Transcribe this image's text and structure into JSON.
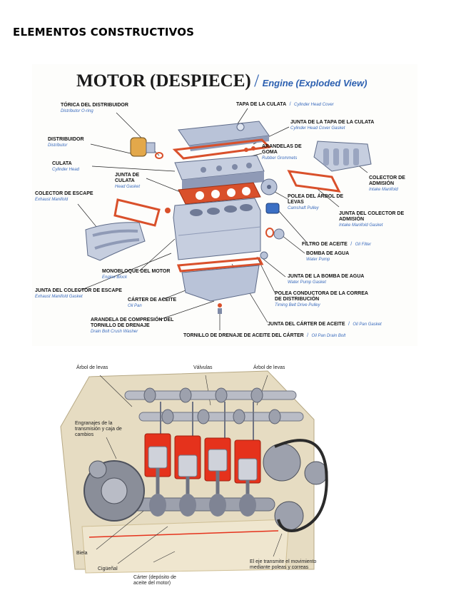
{
  "page": {
    "heading": "ELEMENTOS CONSTRUCTIVOS"
  },
  "exploded_view": {
    "title_es": "MOTOR (DESPIECE)",
    "title_separator": "/",
    "title_en": "Engine (Exploded View)",
    "labels": {
      "distributor_oring": {
        "es": "TÓRICA DEL DISTRIBUIDOR",
        "en": "Distributor O-ring"
      },
      "cylinder_head_cover": {
        "es": "TAPA DE LA CULATA",
        "en": "Cylinder Head Cover"
      },
      "head_cover_gasket": {
        "es": "JUNTA DE LA TAPA DE LA CULATA",
        "en": "Cylinder Head Cover Gasket"
      },
      "distributor": {
        "es": "DISTRIBUIDOR",
        "en": "Distributor"
      },
      "rubber_grommets": {
        "es": "ARANDELAS DE GOMA",
        "en": "Rubber Grommets"
      },
      "cylinder_head": {
        "es": "CULATA",
        "en": "Cylinder Head"
      },
      "head_gasket": {
        "es": "JUNTA DE CULATA",
        "en": "Head Gasket"
      },
      "intake_manifold": {
        "es": "COLECTOR DE ADMISIÓN",
        "en": "Intake Manifold"
      },
      "exhaust_manifold": {
        "es": "COLECTOR DE ESCAPE",
        "en": "Exhaust Manifold"
      },
      "camshaft_pulley": {
        "es": "POLEA DEL ÁRBOL DE LEVAS",
        "en": "Camshaft Pulley"
      },
      "intake_manifold_gasket": {
        "es": "JUNTA DEL COLECTOR DE ADMISIÓN",
        "en": "Intake Manifold Gasket"
      },
      "oil_filter": {
        "es": "FILTRO DE ACEITE",
        "en": "Oil Filter"
      },
      "water_pump": {
        "es": "BOMBA DE AGUA",
        "en": "Water Pump"
      },
      "engine_block": {
        "es": "MONOBLOQUE DEL MOTOR",
        "en": "Engine Block"
      },
      "water_pump_gasket": {
        "es": "JUNTA DE LA BOMBA DE AGUA",
        "en": "Water Pump Gasket"
      },
      "exhaust_manifold_gasket": {
        "es": "JUNTA DEL COLECTOR DE ESCAPE",
        "en": "Exhaust Manifold Gasket"
      },
      "oil_pan": {
        "es": "CÁRTER DE ACEITE",
        "en": "Oil Pan"
      },
      "timing_belt_pulley": {
        "es": "POLEA CONDUCTORA DE LA CORREA DE DISTRIBUCIÓN",
        "en": "Timing Belt Drive Pulley"
      },
      "drain_bolt_washer": {
        "es": "ARANDELA DE COMPRESIÓN DEL TORNILLO DE DRENAJE",
        "en": "Drain Bolt Crush Washer"
      },
      "oil_pan_gasket": {
        "es": "JUNTA DEL CÁRTER DE ACEITE",
        "en": "Oil Pan Gasket"
      },
      "oil_pan_drain_bolt": {
        "es": "TORNILLO DE DRENAJE DE ACEITE DEL CÁRTER",
        "en": "Oil Pan Drain Bolt"
      }
    }
  },
  "cutaway": {
    "labels": {
      "camshaft_left": "Árbol de levas",
      "valves": "Válvulas",
      "camshaft_right": "Árbol de levas",
      "gears": "Engranajes de la transmisión y caja de cambios",
      "connecting_rod": "Biela",
      "crankshaft": "Cigüeñal",
      "crankcase": "Cárter (depósito de aceite del motor)",
      "shaft_transmits": "El eje transmite el movimiento mediante poleas y correas"
    }
  },
  "colors": {
    "metal": "#b9c3d8",
    "metal_dark": "#7f8aa6",
    "gasket": "#d9502b",
    "accent_blue": "#2b5fb0",
    "cylinder_red": "#e5321c",
    "crankcase_fill": "#efe6cf"
  }
}
